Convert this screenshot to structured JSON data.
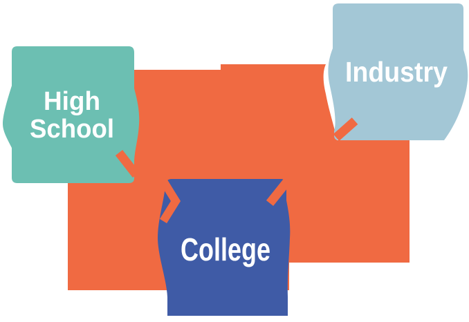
{
  "diagram": {
    "type": "flow-diagram",
    "background": "#FFFFFF",
    "nodes": [
      {
        "id": "high-school",
        "label": "High School",
        "lines": [
          "High",
          "School"
        ],
        "fill": "#6CBFB2",
        "text_color": "#FFFFFF"
      },
      {
        "id": "industry",
        "label": "Industry",
        "lines": [
          "Industry"
        ],
        "fill": "#A3C7D6",
        "text_color": "#FFFFFF"
      },
      {
        "id": "college",
        "label": "College",
        "lines": [
          "College"
        ],
        "fill": "#3F5BA6",
        "text_color": "#FFFFFF"
      }
    ],
    "connectors": {
      "color": "#F06A42",
      "links": [
        {
          "from": "High School",
          "to": "College"
        },
        {
          "from": "Industry",
          "to": "College"
        },
        {
          "from": "College",
          "to": "Industry"
        }
      ]
    }
  }
}
